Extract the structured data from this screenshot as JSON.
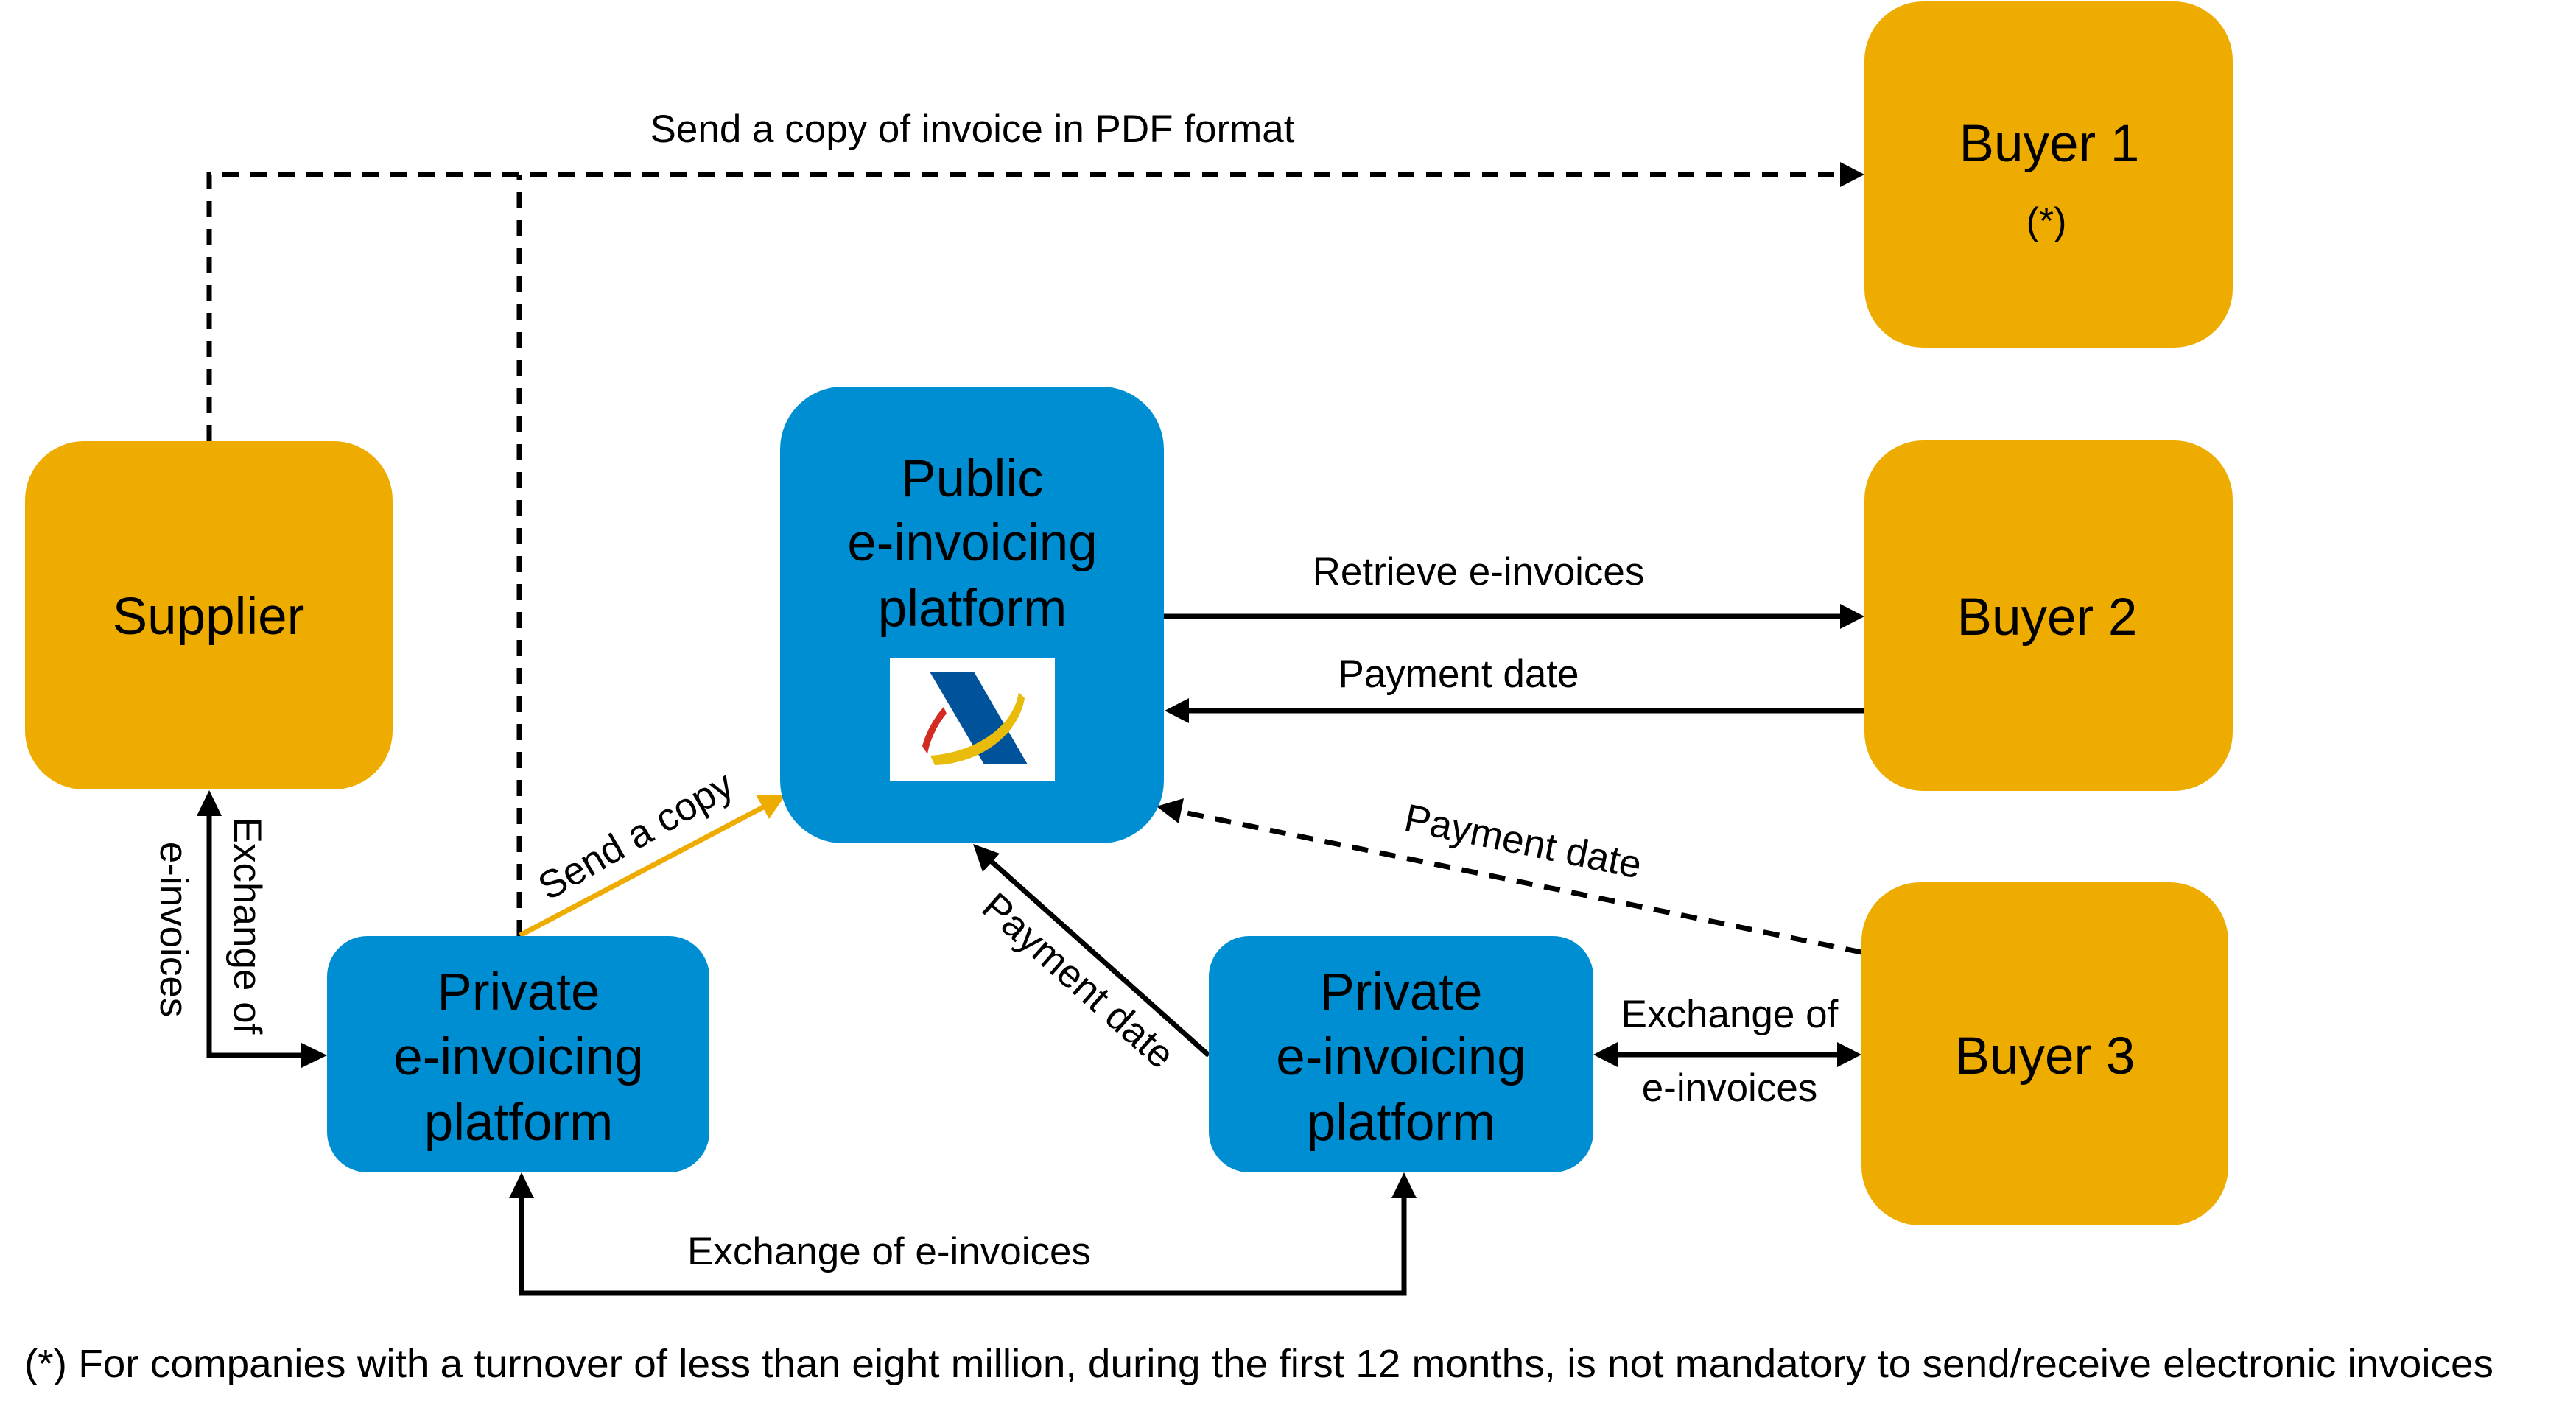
{
  "colors": {
    "party": "#EEAB00",
    "platform": "#008ED3",
    "send_copy_arrow": "#EEAB00",
    "logo_blue": "#00539B",
    "logo_yellow": "#E9BC0C",
    "logo_red": "#D32B21"
  },
  "nodes": {
    "supplier": {
      "label": "Supplier"
    },
    "buyer1": {
      "label": "Buyer 1",
      "note": "(*)"
    },
    "buyer2": {
      "label": "Buyer 2"
    },
    "buyer3": {
      "label": "Buyer 3"
    },
    "public_platform": {
      "lines": [
        "Public",
        "e-invoicing",
        "platform"
      ],
      "logo": "tax-agency-logo"
    },
    "private_platform_left": {
      "lines": [
        "Private",
        "e-invoicing",
        "platform"
      ]
    },
    "private_platform_right": {
      "lines": [
        "Private",
        "e-invoicing",
        "platform"
      ]
    }
  },
  "edges": {
    "pdf_copy": {
      "label": "Send a copy of invoice in PDF format",
      "style": "dashed",
      "from": "Supplier / Private e-invoicing platform",
      "to": "Buyer 1"
    },
    "supplier_private": {
      "label_lines": [
        "Exchange of",
        "e-invoices"
      ],
      "style": "solid",
      "direction": "bidirectional"
    },
    "send_copy": {
      "label": "Send a copy",
      "style": "solid-orange",
      "from": "Private e-invoicing platform",
      "to": "Public e-invoicing platform"
    },
    "retrieve": {
      "label": "Retrieve e-invoices",
      "style": "solid",
      "from": "Public e-invoicing platform",
      "to": "Buyer 2"
    },
    "payment_buyer2": {
      "label": "Payment date",
      "style": "solid",
      "from": "Buyer 2",
      "to": "Public e-invoicing platform"
    },
    "payment_buyer3": {
      "label": "Payment date",
      "style": "dashed",
      "from": "Buyer 3",
      "to": "Public e-invoicing platform"
    },
    "payment_private": {
      "label": "Payment date",
      "style": "solid",
      "from": "Private e-invoicing platform",
      "to": "Public e-invoicing platform"
    },
    "private_buyer3": {
      "label_lines": [
        "Exchange of",
        "e-invoices"
      ],
      "style": "solid",
      "direction": "bidirectional"
    },
    "private_private": {
      "label": "Exchange of e-invoices",
      "style": "solid",
      "direction": "bidirectional"
    }
  },
  "footnote": "(*) For companies with a turnover of less than eight million, during the first 12 months, is not mandatory to send/receive electronic invoices"
}
